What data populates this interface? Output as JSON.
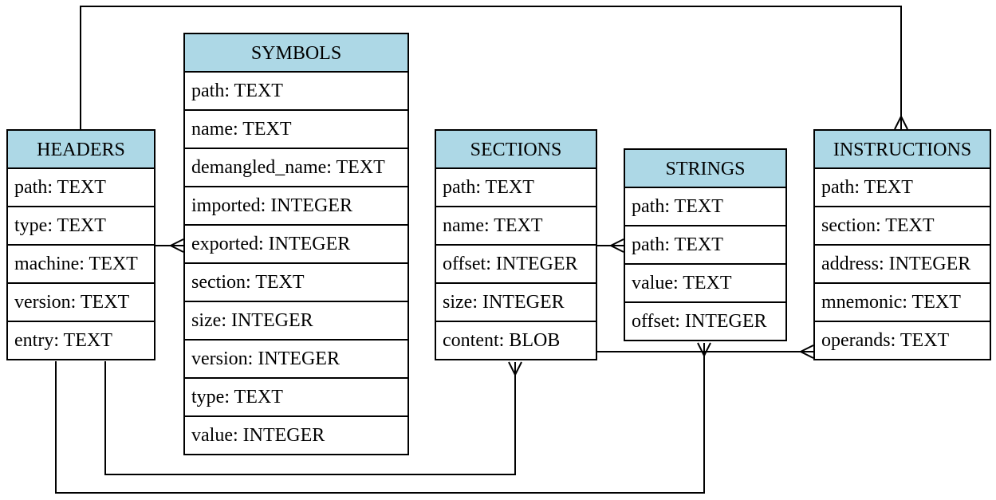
{
  "entities": [
    {
      "id": "headers",
      "title": "HEADERS",
      "fields": [
        "path: TEXT",
        "type: TEXT",
        "machine: TEXT",
        "version: TEXT",
        "entry: TEXT"
      ]
    },
    {
      "id": "symbols",
      "title": "SYMBOLS",
      "fields": [
        "path: TEXT",
        "name: TEXT",
        "demangled_name: TEXT",
        "imported: INTEGER",
        "exported: INTEGER",
        "section: TEXT",
        "size: INTEGER",
        "version: INTEGER",
        "type: TEXT",
        "value: INTEGER"
      ]
    },
    {
      "id": "sections",
      "title": "SECTIONS",
      "fields": [
        "path: TEXT",
        "name: TEXT",
        "offset: INTEGER",
        "size: INTEGER",
        "content: BLOB"
      ]
    },
    {
      "id": "strings",
      "title": "STRINGS",
      "fields": [
        "path: TEXT",
        "path: TEXT",
        "value: TEXT",
        "offset: INTEGER"
      ]
    },
    {
      "id": "instructions",
      "title": "INSTRUCTIONS",
      "fields": [
        "path: TEXT",
        "section: TEXT",
        "address: INTEGER",
        "mnemonic: TEXT",
        "operands: TEXT"
      ]
    }
  ],
  "relationships": [
    {
      "from": "headers",
      "to": "symbols",
      "cardinality": "one-to-many"
    },
    {
      "from": "headers",
      "to": "sections",
      "cardinality": "one-to-many"
    },
    {
      "from": "headers",
      "to": "strings",
      "cardinality": "one-to-many"
    },
    {
      "from": "headers",
      "to": "instructions",
      "cardinality": "one-to-many"
    },
    {
      "from": "sections",
      "to": "strings",
      "cardinality": "one-to-many"
    },
    {
      "from": "sections",
      "to": "instructions",
      "cardinality": "one-to-many"
    }
  ],
  "colors": {
    "header_fill": "#add8e6",
    "border": "#000000",
    "body_fill": "#ffffff",
    "edge": "#000000"
  }
}
